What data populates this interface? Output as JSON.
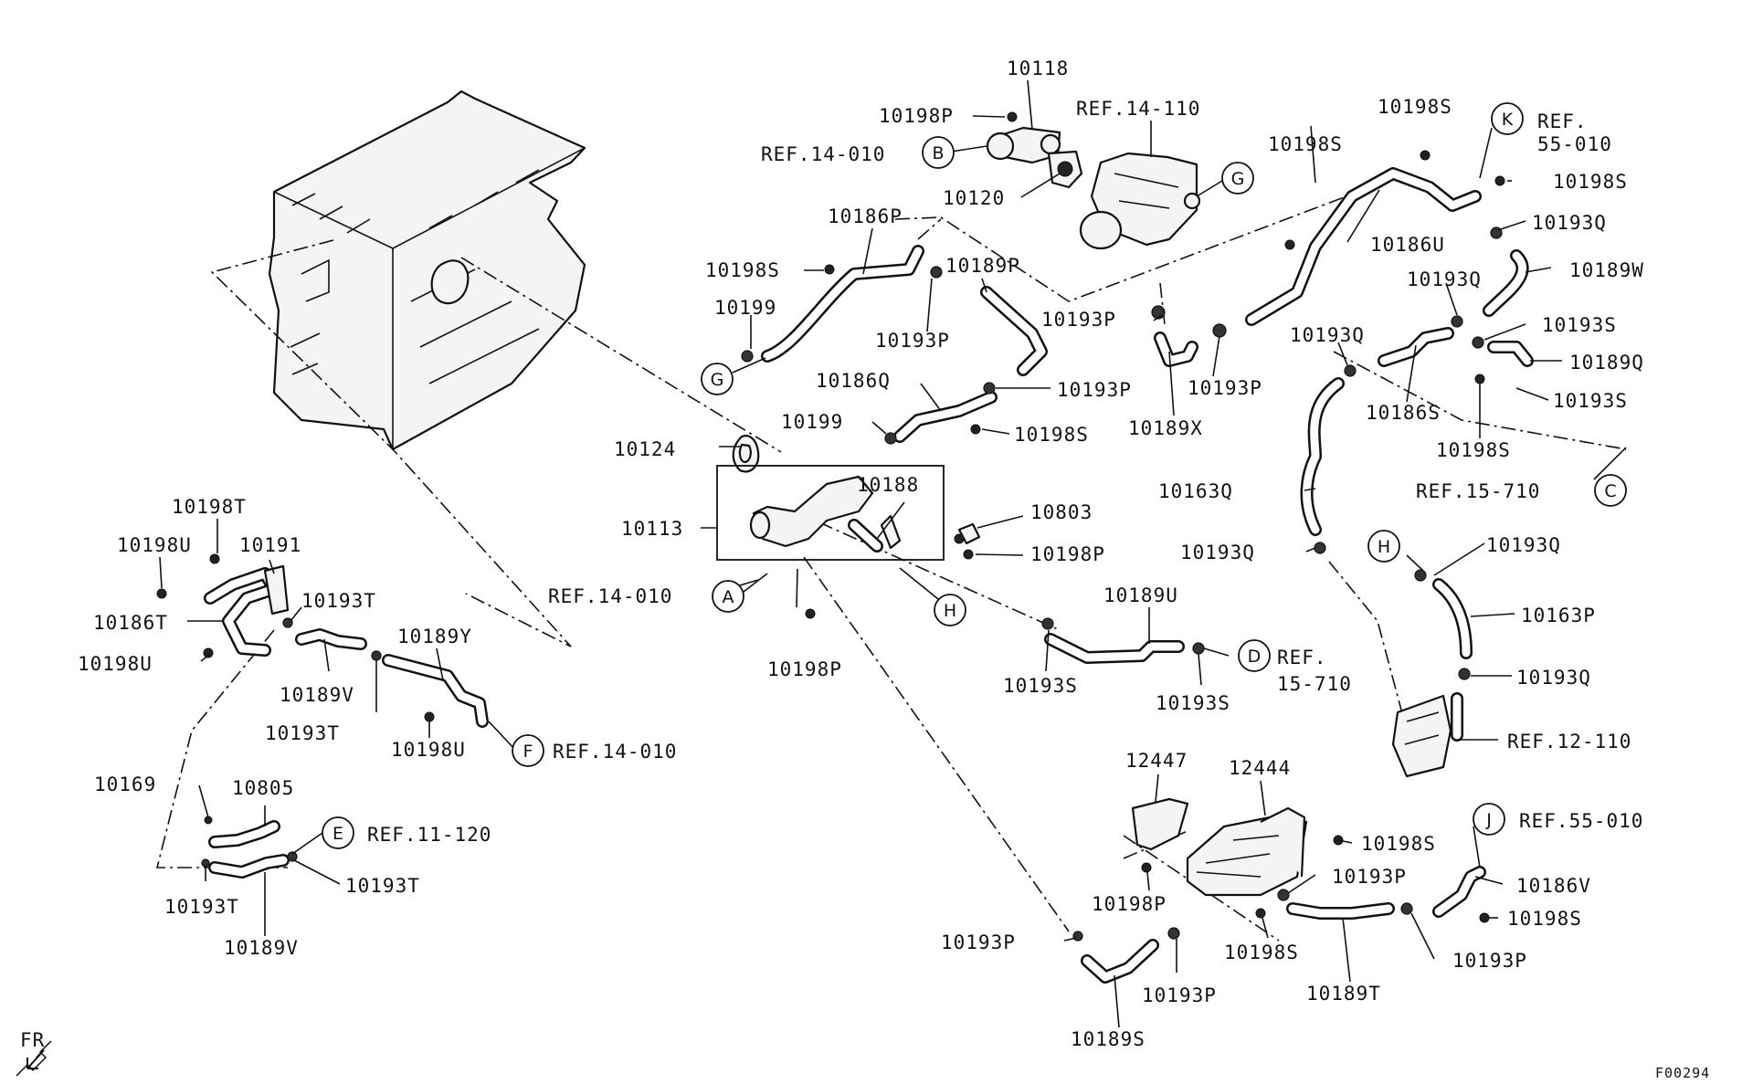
{
  "parts": {
    "p10118": "10118",
    "p10198P_a": "10198P",
    "ref_14_010_b": "REF.14-010",
    "p10120": "10120",
    "ref_14_110": "REF.14-110",
    "p10186P": "10186P",
    "p10198S_a": "10198S",
    "p10199_a": "10199",
    "p10189P": "10189P",
    "p10193P_a": "10193P",
    "p10186Q": "10186Q",
    "p10193P_b": "10193P",
    "p10199_b": "10199",
    "p10198S_b": "10198S",
    "p10124": "10124",
    "p10113": "10113",
    "p10188": "10188",
    "p10803": "10803",
    "p10198P_b": "10198P",
    "ref_14_010_a": "REF.14-010",
    "p10198P_c": "10198P",
    "p10193P_c": "10193P",
    "p10193P_d": "10193P",
    "p10189X": "10189X",
    "p10198S_c": "10198S",
    "p10198S_d": "10198S",
    "p10186U": "10186U",
    "ref_55_010_k_1": "REF.",
    "ref_55_010_k_2": "55-010",
    "p10198S_e": "10198S",
    "p10193Q_a": "10193Q",
    "p10189W": "10189W",
    "p10193Q_b": "10193Q",
    "p10193S_a": "10193S",
    "p10193Q_c": "10193Q",
    "p10189Q": "10189Q",
    "p10186S": "10186S",
    "p10193S_b": "10193S",
    "p10198S_f": "10198S",
    "ref_15_710_c": "REF.15-710",
    "p10163Q": "10163Q",
    "p10193Q_d": "10193Q",
    "p10193Q_e": "10193Q",
    "p10163P": "10163P",
    "p10193Q_f": "10193Q",
    "ref_12_110": "REF.12-110",
    "p10189U": "10189U",
    "p10193S_c": "10193S",
    "p10193S_d": "10193S",
    "ref_15_710_d_1": "REF.",
    "ref_15_710_d_2": "15-710",
    "p10198T": "10198T",
    "p10198U_a": "10198U",
    "p10191": "10191",
    "p10193T_a": "10193T",
    "p10186T": "10186T",
    "p10198U_b": "10198U",
    "p10189Y": "10189Y",
    "p10189V_a": "10189V",
    "p10193T_b": "10193T",
    "p10198U_c": "10198U",
    "ref_14_010_f": "REF.14-010",
    "p10169": "10169",
    "p10805": "10805",
    "ref_11_120": "REF.11-120",
    "p10193T_c": "10193T",
    "p10193T_d": "10193T",
    "p10189V_b": "10189V",
    "p12447": "12447",
    "p12444": "12444",
    "p10198S_g": "10198S",
    "p10193P_e": "10193P",
    "p10198P_d": "10198P",
    "p10198S_h": "10198S",
    "ref_55_010_j": "REF.55-010",
    "p10186V": "10186V",
    "p10198S_i": "10198S",
    "p10193P_f": "10193P",
    "p10189T": "10189T",
    "p10193P_g": "10193P",
    "p10193P_h": "10193P",
    "p10189S": "10189S"
  },
  "callouts": {
    "A": "A",
    "B": "B",
    "C": "C",
    "D": "D",
    "E": "E",
    "F": "F",
    "G1": "G",
    "G2": "G",
    "H1": "H",
    "H2": "H",
    "J": "J",
    "K": "K"
  },
  "direction": "FR",
  "figure_code": "F00294"
}
